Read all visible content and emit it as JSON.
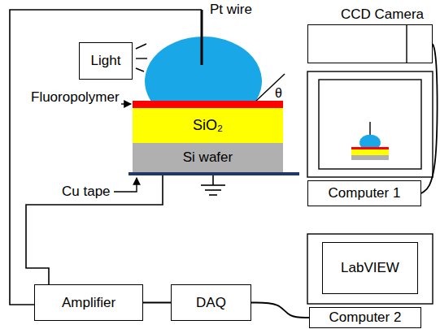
{
  "diagram": {
    "nodes": [
      {
        "text": [
          "CCD Camera"
        ]
      },
      {
        "text": [
          "Light"
        ]
      },
      {
        "text": [
          "SiO₂"
        ]
      },
      {
        "text": [
          "Si wafer"
        ]
      },
      {
        "text": [
          "Computer 1"
        ]
      },
      {
        "text": [
          "Amplifier"
        ]
      },
      {
        "text": [
          "DAQ"
        ]
      },
      {
        "text": [
          "LabVIEW"
        ]
      },
      {
        "text": [
          "Computer 2"
        ]
      }
    ],
    "edges": [
      {
        "from": 0,
        "to": 4,
        "arrow": "none"
      },
      {
        "from": 5,
        "to": 6,
        "arrow": "none"
      },
      {
        "from": 6,
        "to": 8,
        "arrow": "none"
      }
    ],
    "labels": [
      "Pt wire",
      "Fluoropolymer",
      "θ",
      "Cu tape"
    ]
  }
}
